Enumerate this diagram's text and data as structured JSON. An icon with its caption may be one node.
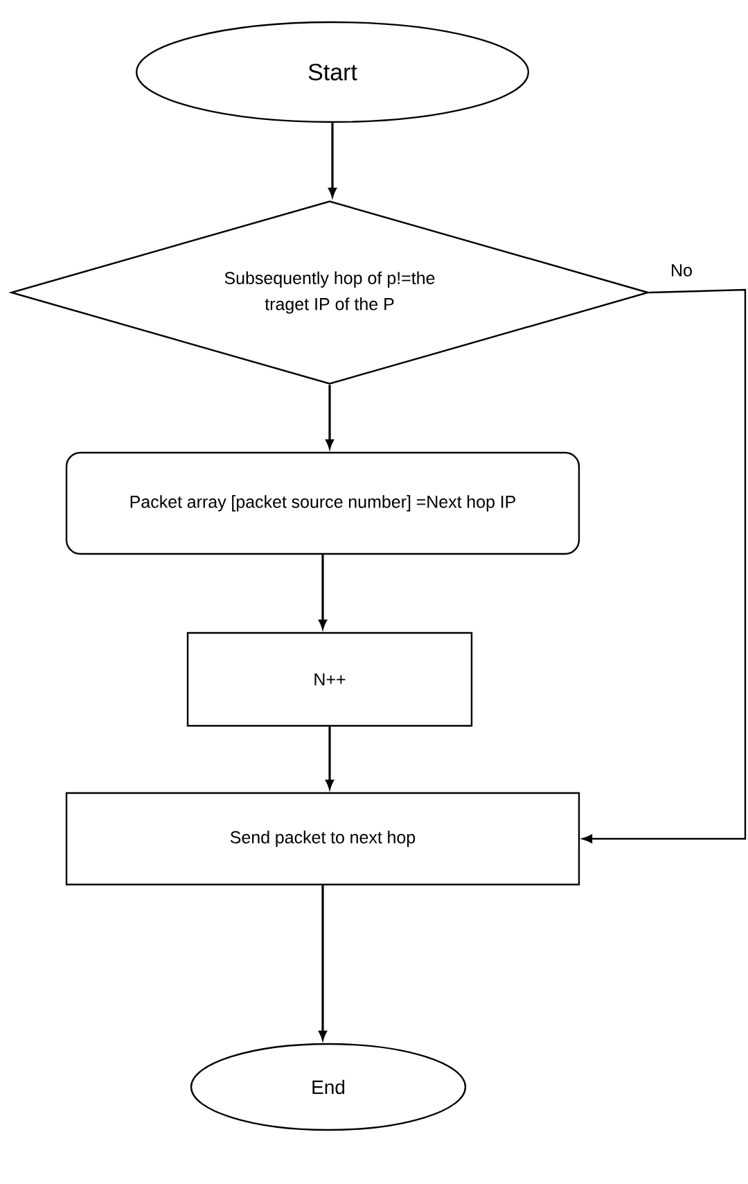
{
  "diagram": {
    "nodes": [
      {
        "text": [
          "Start"
        ]
      },
      {
        "text": [
          "Subsequently hop of p!=the traget IP of the P"
        ]
      },
      {
        "text": [
          "Packet array [packet source number] =Next hop IP"
        ]
      },
      {
        "text": [
          "N++"
        ]
      },
      {
        "text": [
          "Send packet to next hop"
        ]
      },
      {
        "text": [
          "End"
        ]
      }
    ],
    "edges": [
      {
        "from": 0,
        "to": 1,
        "arrow": "to"
      },
      {
        "from": 1,
        "to": 2,
        "arrow": "to"
      },
      {
        "from": 2,
        "to": 3,
        "arrow": "to"
      },
      {
        "from": 3,
        "to": 4,
        "arrow": "to"
      },
      {
        "from": 1,
        "to": 4,
        "arrow": "to",
        "label": "No"
      },
      {
        "from": 4,
        "to": 5,
        "arrow": "to"
      }
    ]
  }
}
